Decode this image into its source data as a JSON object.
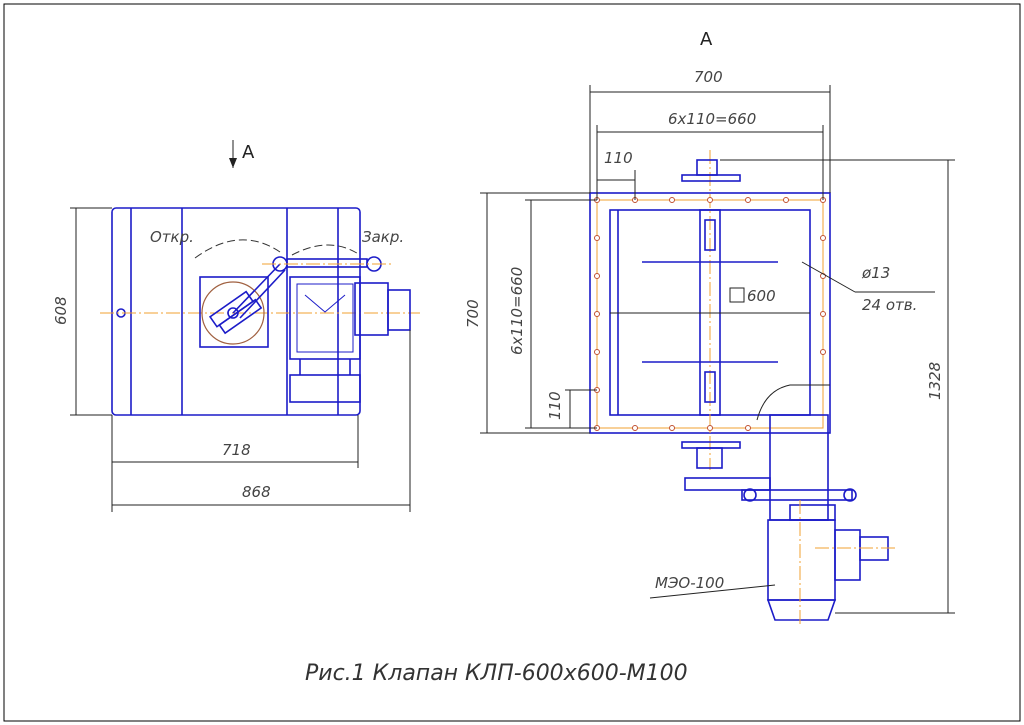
{
  "caption": "Рис.1 Клапан КЛП-600х600-М100",
  "side_view": {
    "section_mark": "A",
    "open_label": "Откр.",
    "closed_label": "Закр.",
    "height_dim": "608",
    "width_dim": "718",
    "overall_width_dim": "868"
  },
  "view_a": {
    "title": "A",
    "width_dim": "700",
    "hole_pitch_top": "6x110=660",
    "edge_pitch_top": "110",
    "height_dim": "700",
    "hole_pitch_left": "6x110=660",
    "edge_pitch_left": "110",
    "opening_dim": "600",
    "hole_diameter": "ø13",
    "hole_count": "24 отв.",
    "overall_height_dim": "1328",
    "actuator_label": "МЭО-100"
  },
  "colors": {
    "outline": "#1c1cc8",
    "axis": "#f0a030",
    "dimension": "#222222"
  }
}
